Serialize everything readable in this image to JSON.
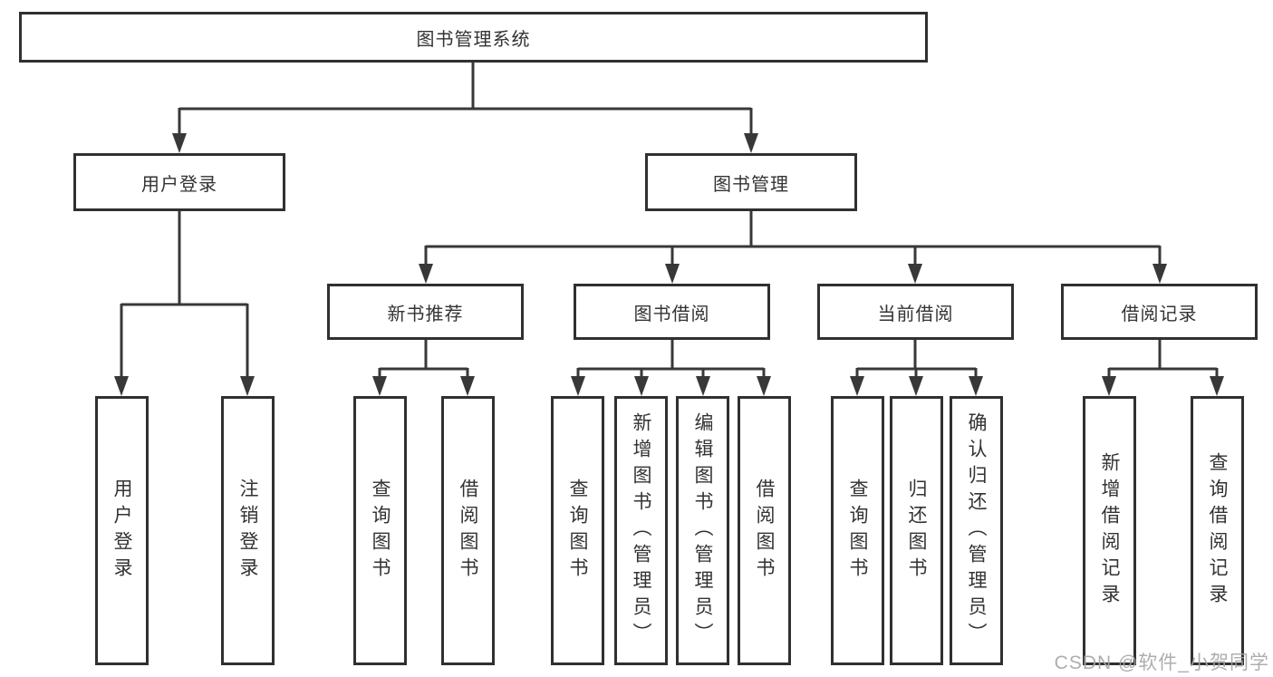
{
  "diagram_title": "图书管理系统",
  "tree": {
    "label": "图书管理系统",
    "children": [
      {
        "label": "用户登录",
        "children": [
          {
            "label": "用户登录"
          },
          {
            "label": "注销登录"
          }
        ]
      },
      {
        "label": "图书管理",
        "children": [
          {
            "label": "新书推荐",
            "children": [
              {
                "label": "查询图书"
              },
              {
                "label": "借阅图书"
              }
            ]
          },
          {
            "label": "图书借阅",
            "children": [
              {
                "label": "查询图书"
              },
              {
                "label": "新增图书（管理员）"
              },
              {
                "label": "编辑图书（管理员）"
              },
              {
                "label": "借阅图书"
              }
            ]
          },
          {
            "label": "当前借阅",
            "children": [
              {
                "label": "查询图书"
              },
              {
                "label": "归还图书"
              },
              {
                "label": "确认归还（管理员）"
              }
            ]
          },
          {
            "label": "借阅记录",
            "children": [
              {
                "label": "新增借阅记录"
              },
              {
                "label": "查询借阅记录"
              }
            ]
          }
        ]
      }
    ]
  },
  "watermark": {
    "text": "CSDN @软件_小贺同学"
  },
  "colors": {
    "background": "#ffffff",
    "box_border": "#303030",
    "connector_line": "#383838",
    "text": "#333333",
    "watermark": "#a5a5a5"
  }
}
